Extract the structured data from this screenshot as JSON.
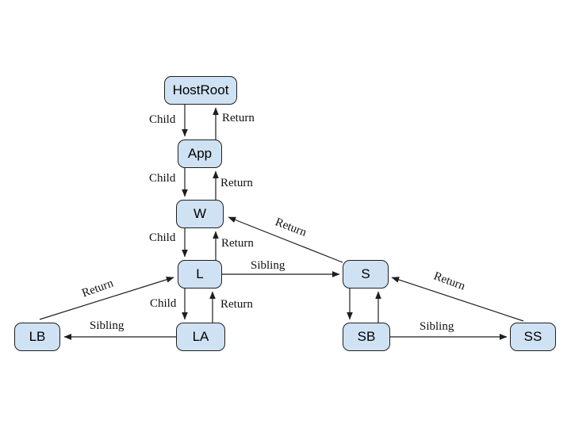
{
  "diagram": {
    "colors": {
      "background": "#ffffff",
      "node_fill": "#cfe2f3",
      "node_border": "#1f1f1f",
      "edge_color": "#1f1f1f",
      "text": "#000000"
    },
    "nodes": {
      "hostroot": {
        "label": "HostRoot"
      },
      "app": {
        "label": "App"
      },
      "w": {
        "label": "W"
      },
      "l": {
        "label": "L"
      },
      "s": {
        "label": "S"
      },
      "la": {
        "label": "LA"
      },
      "lb": {
        "label": "LB"
      },
      "sb": {
        "label": "SB"
      },
      "ss": {
        "label": "SS"
      }
    },
    "edges": [
      {
        "from": "HostRoot",
        "to": "App",
        "label": "Child"
      },
      {
        "from": "App",
        "to": "HostRoot",
        "label": "Return"
      },
      {
        "from": "App",
        "to": "W",
        "label": "Child"
      },
      {
        "from": "W",
        "to": "App",
        "label": "Return"
      },
      {
        "from": "W",
        "to": "L",
        "label": "Child"
      },
      {
        "from": "L",
        "to": "W",
        "label": "Return"
      },
      {
        "from": "L",
        "to": "LA",
        "label": "Child"
      },
      {
        "from": "LA",
        "to": "L",
        "label": "Return"
      },
      {
        "from": "L",
        "to": "S",
        "label": "Sibling"
      },
      {
        "from": "S",
        "to": "W",
        "label": "Return"
      },
      {
        "from": "LB",
        "to": "L",
        "label": "Return"
      },
      {
        "from": "LA",
        "to": "LB",
        "label": "Sibling"
      },
      {
        "from": "SS",
        "to": "S",
        "label": "Return"
      },
      {
        "from": "SB",
        "to": "SS",
        "label": "Sibling"
      },
      {
        "from": "S",
        "to": "SB",
        "label": ""
      },
      {
        "from": "SB",
        "to": "S",
        "label": ""
      }
    ]
  }
}
